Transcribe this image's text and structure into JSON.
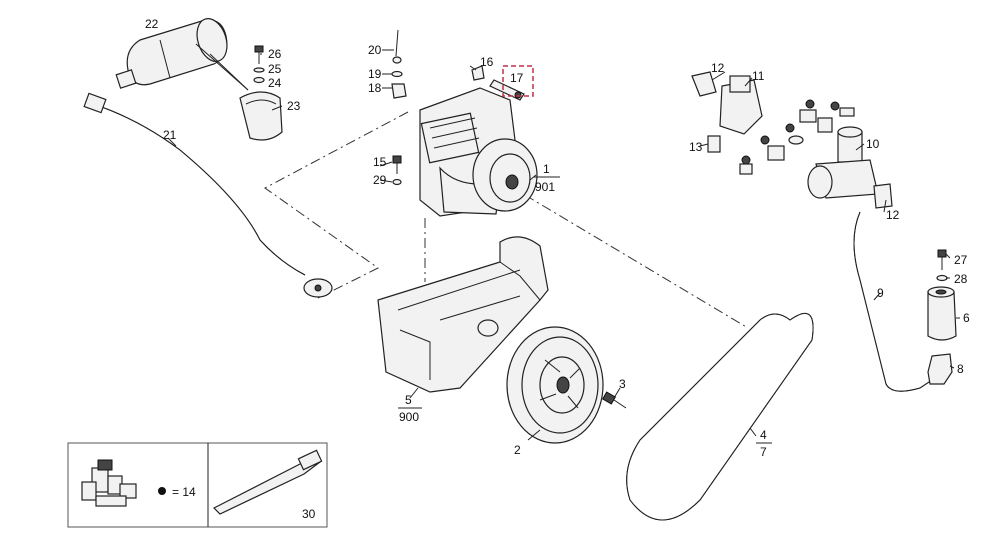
{
  "labels": {
    "p22": "22",
    "p26": "26",
    "p25": "25",
    "p24": "24",
    "p23": "23",
    "p21": "21",
    "p20": "20",
    "p19": "19",
    "p18": "18",
    "p16": "16",
    "p17": "17",
    "p15": "15",
    "p29": "29",
    "p1": "1",
    "p901": "901",
    "p12a": "12",
    "p11": "11",
    "p13": "13",
    "p10": "10",
    "p12b": "12",
    "p27": "27",
    "p28": "28",
    "p6": "6",
    "p8": "8",
    "p9": "9",
    "p5": "5",
    "p900": "900",
    "p3": "3",
    "p2": "2",
    "p4": "4",
    "p7": "7",
    "p14": "= 14",
    "p30": "30"
  },
  "highlighted_part": "17"
}
